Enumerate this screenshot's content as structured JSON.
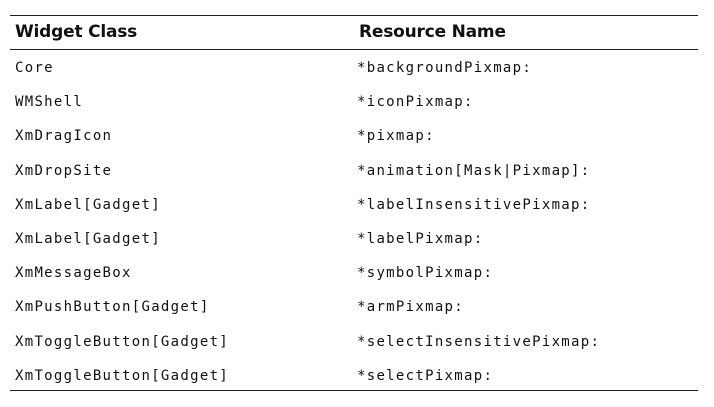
{
  "table": {
    "headers": {
      "widget_class": "Widget Class",
      "resource_name": "Resource Name"
    },
    "rows": [
      {
        "widget_class": "Core",
        "resource_name": "*backgroundPixmap:"
      },
      {
        "widget_class": "WMShell",
        "resource_name": "*iconPixmap:"
      },
      {
        "widget_class": "XmDragIcon",
        "resource_name": "*pixmap:"
      },
      {
        "widget_class": "XmDropSite",
        "resource_name": "*animation[Mask|Pixmap]:"
      },
      {
        "widget_class": "XmLabel[Gadget]",
        "resource_name": "*labelInsensitivePixmap:"
      },
      {
        "widget_class": "XmLabel[Gadget]",
        "resource_name": "*labelPixmap:"
      },
      {
        "widget_class": "XmMessageBox",
        "resource_name": "*symbolPixmap:"
      },
      {
        "widget_class": "XmPushButton[Gadget]",
        "resource_name": "*armPixmap:"
      },
      {
        "widget_class": "XmToggleButton[Gadget]",
        "resource_name": "*selectInsensitivePixmap:"
      },
      {
        "widget_class": "XmToggleButton[Gadget]",
        "resource_name": "*selectPixmap:"
      }
    ]
  }
}
